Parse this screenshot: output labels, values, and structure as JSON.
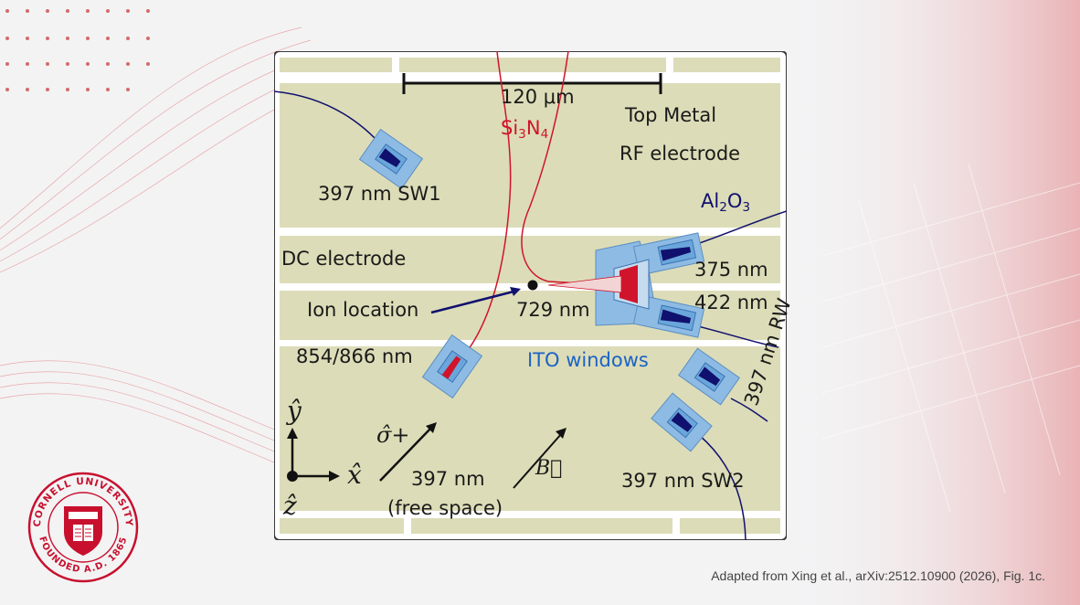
{
  "figure": {
    "scale_bar": "120 μm",
    "si3n4_label": "Si3N4",
    "top_metal": "Top Metal",
    "rf_electrode": "RF electrode",
    "al2o3_label": "Al2O3",
    "sw1": "397 nm SW1",
    "dc_electrode": "DC electrode",
    "ion_location": "Ion location",
    "nm729": "729 nm",
    "nm375": "375 nm",
    "nm422": "422 nm",
    "nm854": "854/866 nm",
    "ito": "ITO windows",
    "rw": "397 nm RW",
    "sigma": "σ̂+",
    "nm397": "397 nm",
    "free_space": "(free space)",
    "b_field": "B⃗",
    "sw2": "397 nm SW2",
    "y_axis": "ŷ",
    "x_axis": "x̂",
    "z_axis": "ẑ"
  },
  "seal": {
    "text": "CORNELL UNIVERSITY",
    "founded": "FOUNDED A.D. 1865"
  },
  "caption": "Adapted from Xing et al., arXiv:2512.10900 (2026), Fig. 1c.",
  "colors": {
    "electrode": "#dcdcb8",
    "waveguide_red": "#d0142b",
    "waveguide_navy": "#10106e",
    "coupler_blue": "#7fb3e0",
    "accent": "#c8102e"
  }
}
